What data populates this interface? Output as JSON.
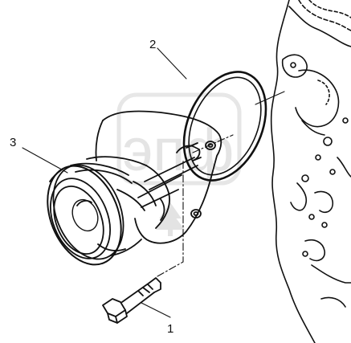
{
  "callouts": {
    "part_1": "1",
    "part_2": "2",
    "part_3": "3"
  },
  "watermark": {
    "text": "эпф"
  },
  "colors": {
    "line": "#111111",
    "watermark": "#e2e2e2",
    "background": "#ffffff"
  }
}
